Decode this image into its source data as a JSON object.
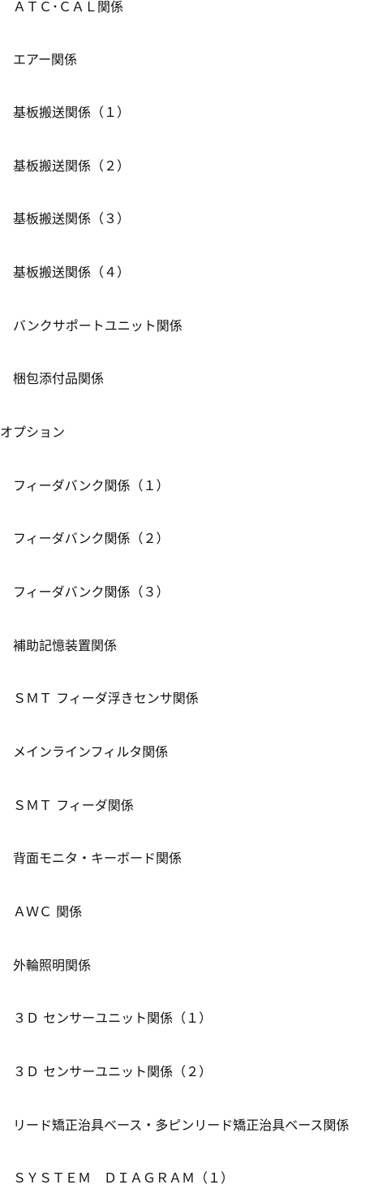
{
  "items": [
    {
      "label": "ＡＴＣ･ＣＡＬ関係",
      "level": 1
    },
    {
      "label": "エアー関係",
      "level": 1
    },
    {
      "label": "基板搬送関係（１）",
      "level": 1
    },
    {
      "label": "基板搬送関係（２）",
      "level": 1
    },
    {
      "label": "基板搬送関係（３）",
      "level": 1
    },
    {
      "label": "基板搬送関係（４）",
      "level": 1
    },
    {
      "label": "バンクサポートユニット関係",
      "level": 1
    },
    {
      "label": "梱包添付品関係",
      "level": 1
    },
    {
      "label": "オプション",
      "level": 0
    },
    {
      "label": "フィーダバンク関係（１）",
      "level": 1
    },
    {
      "label": "フィーダバンク関係（２）",
      "level": 1
    },
    {
      "label": "フィーダバンク関係（３）",
      "level": 1
    },
    {
      "label": "補助記憶装置関係",
      "level": 1
    },
    {
      "label": "ＳＭＴ フィーダ浮きセンサ関係",
      "level": 1
    },
    {
      "label": "メインラインフィルタ関係",
      "level": 1
    },
    {
      "label": "ＳＭＴ フィーダ関係",
      "level": 1
    },
    {
      "label": "背面モニタ・キーボード関係",
      "level": 1
    },
    {
      "label": "ＡＷＣ 関係",
      "level": 1
    },
    {
      "label": "外輪照明関係",
      "level": 1
    },
    {
      "label": "３Ｄ センサーユニット関係（１）",
      "level": 1
    },
    {
      "label": "３Ｄ センサーユニット関係（２）",
      "level": 1
    },
    {
      "label": "リード矯正治具ベース・多ピンリード矯正治具ベース関係",
      "level": 1
    },
    {
      "label": "ＳＹＳＴＥＭ　ＤＩＡＧＲＡＭ（１）",
      "level": 1
    }
  ]
}
